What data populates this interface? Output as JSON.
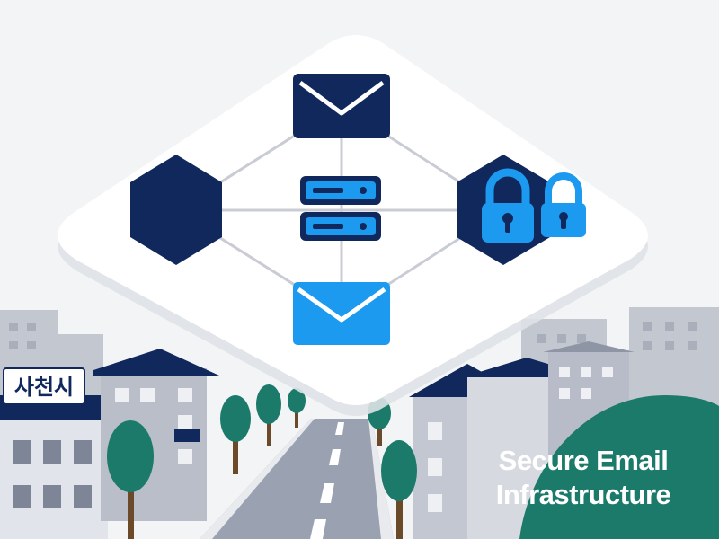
{
  "sign": {
    "text": "사천시"
  },
  "caption": {
    "line1": "Secure Email",
    "line2": "Infrastructure"
  },
  "colors": {
    "navy": "#10285c",
    "accent_blue": "#1c9af0",
    "panel": "#ffffff",
    "teal": "#1b7a6a",
    "road": "#9aa1b1",
    "building_gray": "#c6cad3",
    "sky": "#f3f4f6"
  },
  "icons": [
    "envelope-icon",
    "server-icon",
    "hexagon-icon",
    "lock-icon"
  ]
}
